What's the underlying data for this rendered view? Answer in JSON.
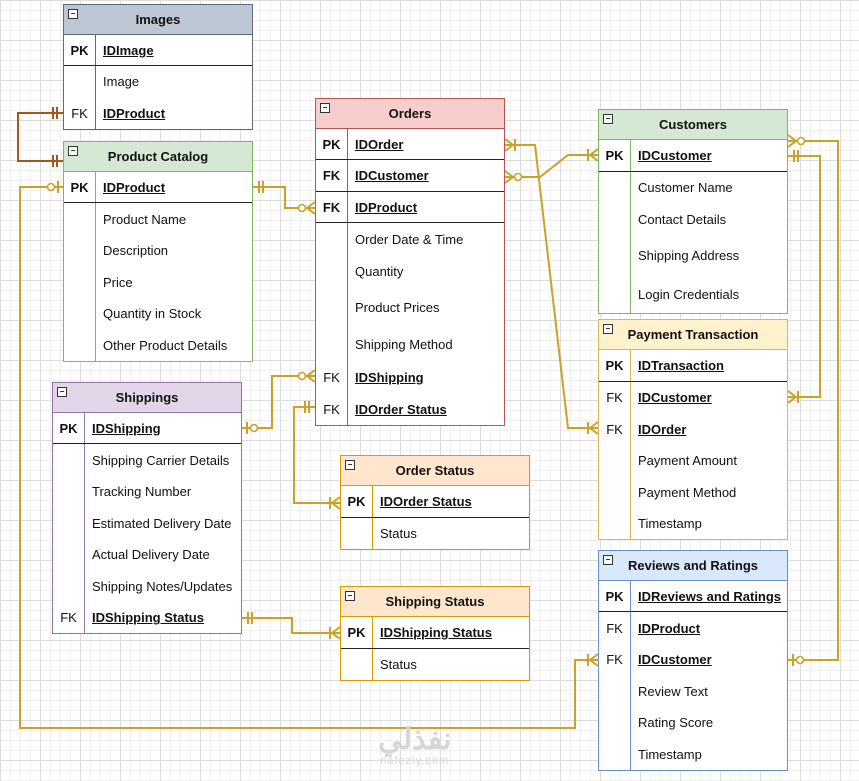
{
  "colors": {
    "gray_header": "#bcc7d3",
    "gray_border": "#5b6b7b",
    "green_header": "#d5e8d4",
    "green_border": "#82b366",
    "red_header": "#f8cecc",
    "red_border": "#b85450",
    "purple_header": "#e1d5e7",
    "purple_border": "#9673a6",
    "orange_header": "#ffe6cc",
    "orange_border": "#d79b00",
    "yellow_header": "#fff2cc",
    "yellow_border": "#d6b656",
    "blue_header": "#dae8fc",
    "blue_border": "#6c8ebf",
    "connector_gold": "#c9a227",
    "connector_brown": "#a0591c"
  },
  "entities": {
    "images": {
      "title": "Images",
      "rows": [
        {
          "key": "PK",
          "field": "IDImage"
        },
        {
          "key": "",
          "field": "Image"
        },
        {
          "key": "FK",
          "field": "IDProduct"
        }
      ]
    },
    "product_catalog": {
      "title": "Product Catalog",
      "rows": [
        {
          "key": "PK",
          "field": "IDProduct"
        },
        {
          "key": "",
          "field": "Product Name"
        },
        {
          "key": "",
          "field": "Description"
        },
        {
          "key": "",
          "field": "Price"
        },
        {
          "key": "",
          "field": "Quantity in Stock"
        },
        {
          "key": "",
          "field": "Other Product Details"
        }
      ]
    },
    "orders": {
      "title": "Orders",
      "rows": [
        {
          "key": "PK",
          "field": "IDOrder"
        },
        {
          "key": "FK",
          "field": "IDCustomer"
        },
        {
          "key": "FK",
          "field": "IDProduct"
        },
        {
          "key": "",
          "field": "Order Date & Time"
        },
        {
          "key": "",
          "field": "Quantity"
        },
        {
          "key": "",
          "field": "Product Prices"
        },
        {
          "key": "",
          "field": "Shipping Method"
        },
        {
          "key": "FK",
          "field": "IDShipping"
        },
        {
          "key": "FK",
          "field": "IDOrder Status"
        }
      ]
    },
    "customers": {
      "title": "Customers",
      "rows": [
        {
          "key": "PK",
          "field": "IDCustomer"
        },
        {
          "key": "",
          "field": "Customer Name"
        },
        {
          "key": "",
          "field": "Contact Details"
        },
        {
          "key": "",
          "field": "Shipping Address"
        },
        {
          "key": "",
          "field": "Login Credentials"
        }
      ]
    },
    "payment_transaction": {
      "title": "Payment Transaction",
      "rows": [
        {
          "key": "PK",
          "field": "IDTransaction"
        },
        {
          "key": "FK",
          "field": "IDCustomer"
        },
        {
          "key": "FK",
          "field": "IDOrder"
        },
        {
          "key": "",
          "field": "Payment Amount"
        },
        {
          "key": "",
          "field": "Payment Method"
        },
        {
          "key": "",
          "field": "Timestamp"
        }
      ]
    },
    "shippings": {
      "title": "Shippings",
      "rows": [
        {
          "key": "PK",
          "field": "IDShipping"
        },
        {
          "key": "",
          "field": "Shipping Carrier Details"
        },
        {
          "key": "",
          "field": "Tracking Number"
        },
        {
          "key": "",
          "field": "Estimated Delivery Date"
        },
        {
          "key": "",
          "field": "Actual Delivery Date"
        },
        {
          "key": "",
          "field": "Shipping Notes/Updates"
        },
        {
          "key": "FK",
          "field": "IDShipping Status"
        }
      ]
    },
    "order_status": {
      "title": "Order Status",
      "rows": [
        {
          "key": "PK",
          "field": "IDOrder Status"
        },
        {
          "key": "",
          "field": "Status"
        }
      ]
    },
    "shipping_status": {
      "title": "Shipping Status",
      "rows": [
        {
          "key": "PK",
          "field": "IDShipping Status"
        },
        {
          "key": "",
          "field": "Status"
        }
      ]
    },
    "reviews_ratings": {
      "title": "Reviews and Ratings",
      "rows": [
        {
          "key": "PK",
          "field": "IDReviews and Ratings"
        },
        {
          "key": "FK",
          "field": "IDProduct"
        },
        {
          "key": "FK",
          "field": "IDCustomer"
        },
        {
          "key": "",
          "field": "Review Text"
        },
        {
          "key": "",
          "field": "Rating Score"
        },
        {
          "key": "",
          "field": "Timestamp"
        }
      ]
    }
  },
  "watermark": {
    "arabic": "نفذلي",
    "latin": "nafezly.com"
  }
}
